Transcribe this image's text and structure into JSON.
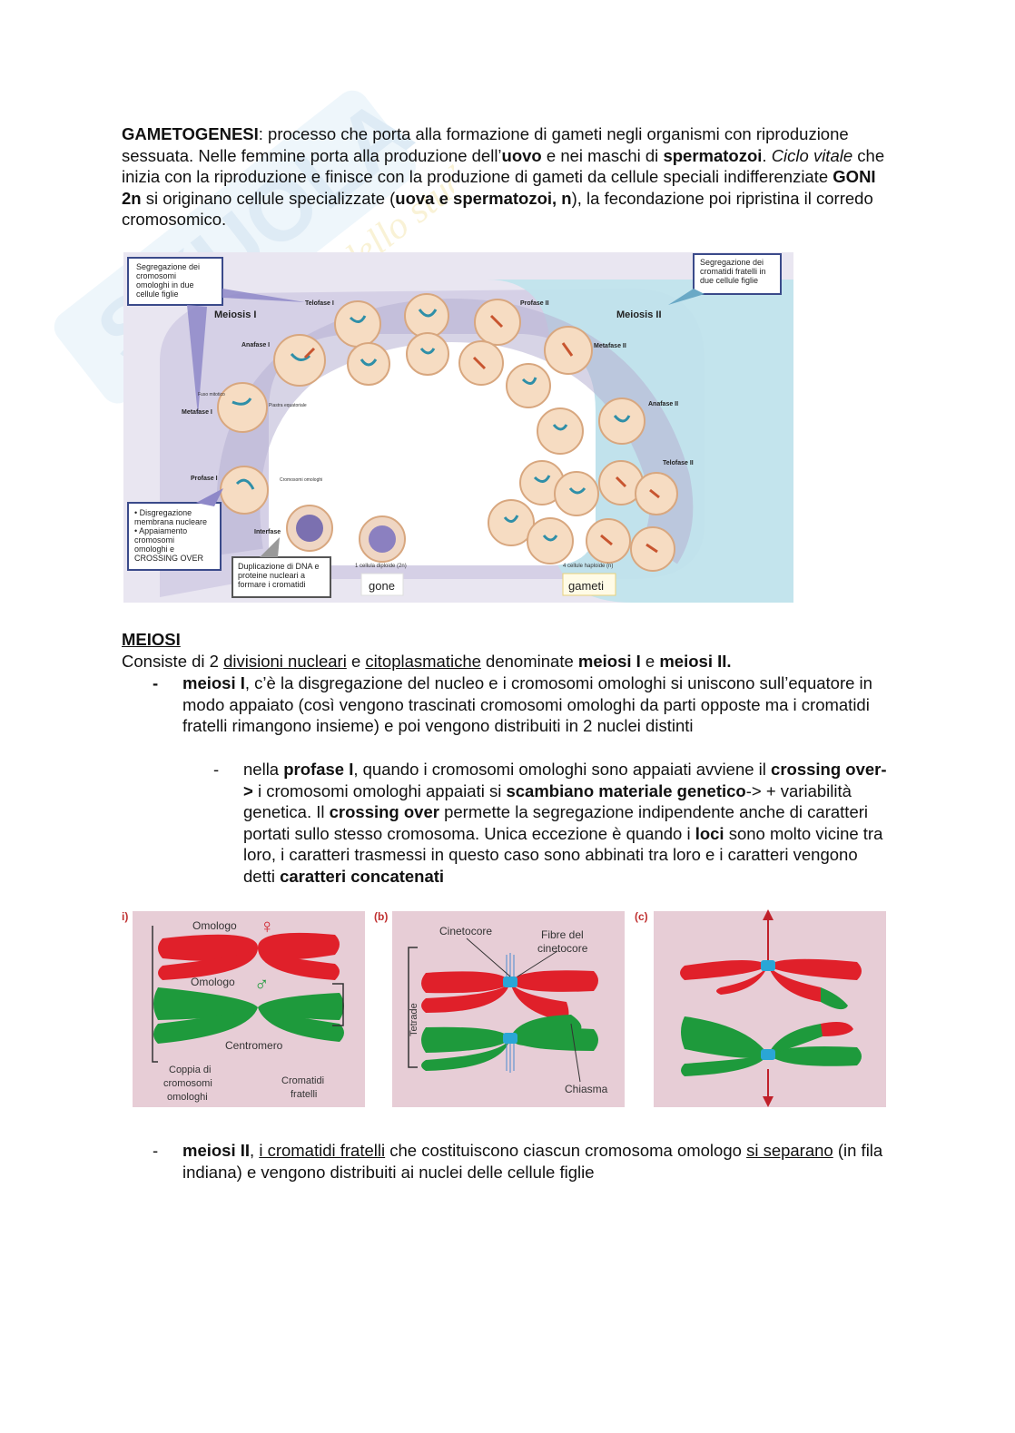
{
  "watermark": {
    "brand": "Skuola.net",
    "tagline": "il portale dello studente"
  },
  "intro": {
    "term": "GAMETOGENESI",
    "t1": ": processo che porta alla formazione di gameti negli organismi con riproduzione sessuata. Nelle femmine porta alla produzione dell’",
    "uovo": "uovo",
    "t2": " e nei maschi di ",
    "spermatozoi": "spermatozoi",
    "t3": ". ",
    "ciclo": "Ciclo vitale",
    "t4": " che inizia con la riproduzione e finisce con la produzione di gameti da cellule speciali indifferenziate ",
    "goni": "GONI 2n",
    "t5": " si originano cellule specializzate (",
    "uova": "uova e spermatozoi, n",
    "t6": "), la fecondazione poi ripristina il corredo cromosomico."
  },
  "figure1": {
    "box_top_left": [
      "Segregazione dei",
      "cromosomi",
      "omologhi in due",
      "cellule figlie"
    ],
    "box_top_right": [
      "Segregazione dei",
      "cromatidi fratelli in",
      "due cellule figlie"
    ],
    "box_bottom_left": [
      "• Disgregazione",
      "membrana nucleare",
      "• Appaiamento",
      "cromosomi",
      "omologhi e",
      "CROSSING OVER"
    ],
    "box_bottom_mid": [
      "Duplicazione di DNA e",
      "proteine nucleari a",
      "formare i cromatidi"
    ],
    "meiosis1": "Meiosis I",
    "meiosis2": "Meiosis II",
    "stages": {
      "telofase1": "Telofase I",
      "anafase1": "Anafase I",
      "metafase1": "Metafase I",
      "profase1": "Profase I",
      "interfase": "Interfase",
      "profase2": "Profase II",
      "metafase2": "Metafase II",
      "anafase2": "Anafase II",
      "telofase2": "Telofase II"
    },
    "small_labels": {
      "fuso": "Fuso mitotico",
      "piastra": "Piastra equatoriale",
      "cromosomi_omologhi": "Cromosomi omologhi"
    },
    "cell_diploid": "1 cellula diploide (2n)",
    "cell_haploid": "4 cellule haploide (n)",
    "gone": "gone",
    "gameti": "gameti"
  },
  "meiosi": {
    "title": "MEIOSI",
    "l1a": "Consiste di 2 ",
    "l1b": "divisioni nucleari",
    "l1c": " e ",
    "l1d": "citoplasmatiche",
    "l1e": " denominate ",
    "l1f": "meiosi I",
    "l1g": " e ",
    "l1h": "meiosi II.",
    "bullet_dash": "-",
    "b1_term": "meiosi I",
    "b1_text": ", c’è la disgregazione del nucleo e i cromosomi omologhi si uniscono sull’equatore in modo appaiato (così vengono trascinati cromosomi omologhi da parti opposte ma i cromatidi fratelli rimangono insieme) e poi vengono distribuiti in 2 nuclei distinti",
    "sub_dash": "-",
    "s1": "nella ",
    "s2": "profase I",
    "s3": ", quando i cromosomi omologhi sono appaiati avviene il ",
    "s4": "crossing over->",
    "s5": " i cromosomi omologhi appaiati si ",
    "s6": "scambiano materiale genetico",
    "s7": "-> + variabilità genetica. Il ",
    "s8": "crossing over",
    "s9": " permette la segregazione indipendente anche di caratteri portati sullo stesso cromosoma. Unica eccezione è quando i ",
    "s10": "loci",
    "s11": " sono molto vicine tra loro, i caratteri trasmessi in questo caso sono abbinati tra loro e i caratteri vengono detti ",
    "s12": "caratteri concatenati",
    "b2_dash": "-",
    "b2_term": "meiosi II",
    "b2_a": ", ",
    "b2_b": "i cromatidi fratelli",
    "b2_c": " che costituiscono ciascun cromosoma omologo ",
    "b2_d": "si separano",
    "b2_e": " (in fila indiana) e vengono distribuiti ai nuclei delle cellule figlie"
  },
  "figure2": {
    "panel_a": "i)",
    "panel_b": "(b)",
    "panel_c": "(c)",
    "omologo1": "Omologo",
    "omologo2": "Omologo",
    "female": "♀",
    "male": "♂",
    "centromero": "Centromero",
    "coppia": [
      "Coppia di",
      "cromosomi",
      "omologhi"
    ],
    "cromatidi": [
      "Cromatidi",
      "fratelli"
    ],
    "cinetocore": "Cinetocore",
    "fibre": [
      "Fibre del",
      "cinetocore"
    ],
    "tetrade": "Tetrade",
    "chiasma": "Chiasma"
  }
}
